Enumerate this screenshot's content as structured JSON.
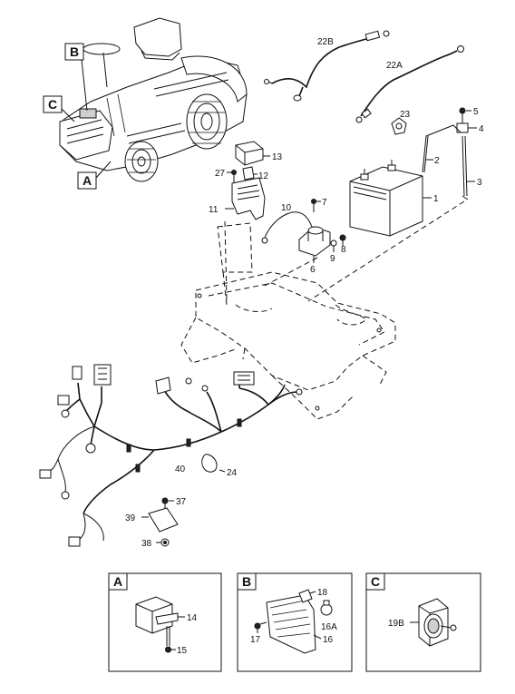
{
  "callouts": {
    "main_a": "A",
    "main_b": "B",
    "main_c": "C",
    "inset_a": "A",
    "inset_b": "B",
    "inset_c": "C"
  },
  "labels": {
    "p1": "1",
    "p2": "2",
    "p3": "3",
    "p4": "4",
    "p5": "5",
    "p6": "6",
    "p7": "7",
    "p8": "8",
    "p9": "9",
    "p10": "10",
    "p11": "11",
    "p12": "12",
    "p13": "13",
    "p14": "14",
    "p15": "15",
    "p16": "16",
    "p16a": "16A",
    "p17": "17",
    "p18": "18",
    "p19b": "19B",
    "p22a": "22A",
    "p22b": "22B",
    "p23": "23",
    "p24": "24",
    "p27": "27",
    "p37": "37",
    "p38": "38",
    "p39": "39",
    "p40": "40"
  }
}
